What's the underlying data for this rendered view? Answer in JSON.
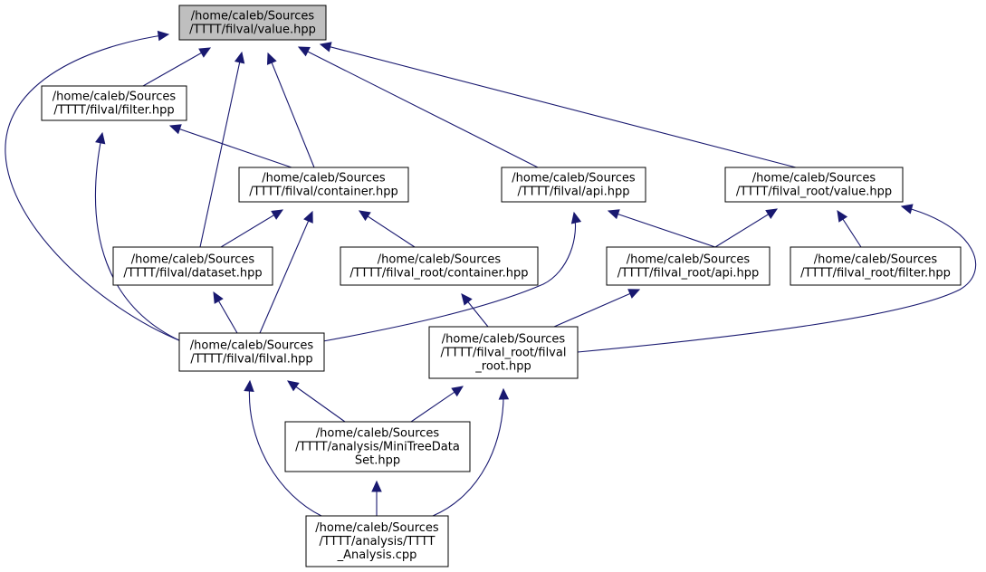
{
  "colors": {
    "edge": "#191970",
    "root_fill": "#bfbfbf",
    "node_fill": "#ffffff",
    "border": "#000000"
  },
  "nodes": [
    {
      "id": "value",
      "lines": [
        "/home/caleb/Sources",
        "/TTTT/filval/value.hpp"
      ],
      "highlighted": true
    },
    {
      "id": "filter",
      "lines": [
        "/home/caleb/Sources",
        "/TTTT/filval/filter.hpp"
      ]
    },
    {
      "id": "container",
      "lines": [
        "/home/caleb/Sources",
        "/TTTT/filval/container.hpp"
      ]
    },
    {
      "id": "api",
      "lines": [
        "/home/caleb/Sources",
        "/TTTT/filval/api.hpp"
      ]
    },
    {
      "id": "root_value",
      "lines": [
        "/home/caleb/Sources",
        "/TTTT/filval_root/value.hpp"
      ]
    },
    {
      "id": "dataset",
      "lines": [
        "/home/caleb/Sources",
        "/TTTT/filval/dataset.hpp"
      ]
    },
    {
      "id": "root_container",
      "lines": [
        "/home/caleb/Sources",
        "/TTTT/filval_root/container.hpp"
      ]
    },
    {
      "id": "root_api",
      "lines": [
        "/home/caleb/Sources",
        "/TTTT/filval_root/api.hpp"
      ]
    },
    {
      "id": "root_filter",
      "lines": [
        "/home/caleb/Sources",
        "/TTTT/filval_root/filter.hpp"
      ]
    },
    {
      "id": "filval",
      "lines": [
        "/home/caleb/Sources",
        "/TTTT/filval/filval.hpp"
      ]
    },
    {
      "id": "filval_root",
      "lines": [
        "/home/caleb/Sources",
        "/TTTT/filval_root/filval",
        "_root.hpp"
      ]
    },
    {
      "id": "minitree",
      "lines": [
        "/home/caleb/Sources",
        "/TTTT/analysis/MiniTreeData",
        "Set.hpp"
      ]
    },
    {
      "id": "analysis",
      "lines": [
        "/home/caleb/Sources",
        "/TTTT/analysis/TTTT",
        "_Analysis.cpp"
      ]
    }
  ],
  "edges": [
    {
      "from": "filter",
      "to": "value"
    },
    {
      "from": "container",
      "to": "value"
    },
    {
      "from": "api",
      "to": "value"
    },
    {
      "from": "root_value",
      "to": "value"
    },
    {
      "from": "dataset",
      "to": "value"
    },
    {
      "from": "filval",
      "to": "value"
    },
    {
      "from": "container",
      "to": "filter"
    },
    {
      "from": "filval",
      "to": "filter"
    },
    {
      "from": "dataset",
      "to": "container"
    },
    {
      "from": "root_container",
      "to": "container"
    },
    {
      "from": "filval",
      "to": "container"
    },
    {
      "from": "root_api",
      "to": "api"
    },
    {
      "from": "filval",
      "to": "api"
    },
    {
      "from": "root_api",
      "to": "root_value"
    },
    {
      "from": "root_filter",
      "to": "root_value"
    },
    {
      "from": "filval_root",
      "to": "root_value"
    },
    {
      "from": "filval",
      "to": "dataset"
    },
    {
      "from": "filval_root",
      "to": "root_container"
    },
    {
      "from": "filval_root",
      "to": "root_api"
    },
    {
      "from": "minitree",
      "to": "filval"
    },
    {
      "from": "analysis",
      "to": "filval"
    },
    {
      "from": "minitree",
      "to": "filval_root"
    },
    {
      "from": "analysis",
      "to": "filval_root"
    },
    {
      "from": "analysis",
      "to": "minitree"
    }
  ]
}
